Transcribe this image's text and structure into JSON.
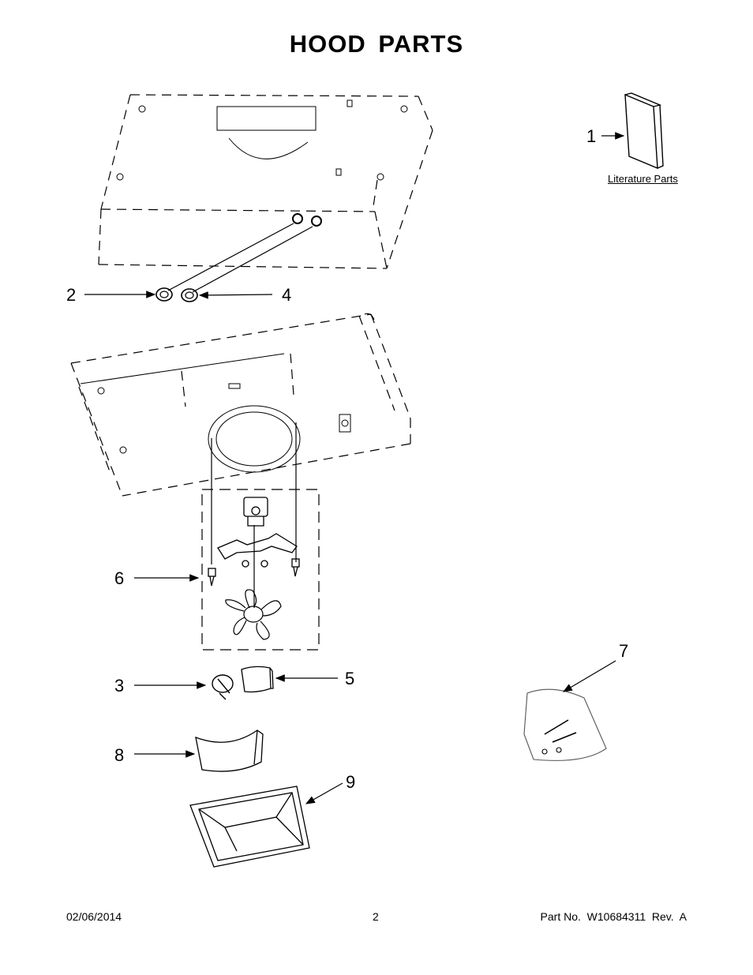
{
  "title": "HOOD PARTS",
  "callouts": [
    "1",
    "2",
    "3",
    "4",
    "5",
    "6",
    "7",
    "8",
    "9"
  ],
  "literature_label": "Literature Parts",
  "footer": {
    "date": "02/06/2014",
    "page": "2",
    "part_number": "Part No.  W10684311  Rev.  A"
  }
}
